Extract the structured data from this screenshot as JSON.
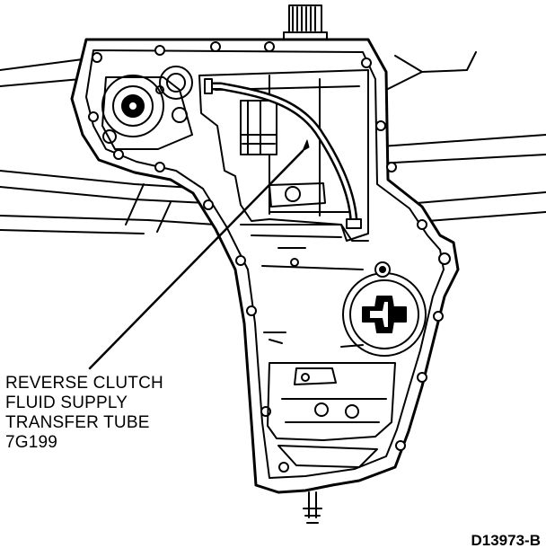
{
  "callout": {
    "lines": [
      "REVERSE CLUTCH",
      "FLUID SUPPLY",
      "TRANSFER TUBE",
      "7G199"
    ]
  },
  "figure_id": "D13973-B",
  "colors": {
    "ink": "#000000",
    "paper": "#ffffff"
  }
}
